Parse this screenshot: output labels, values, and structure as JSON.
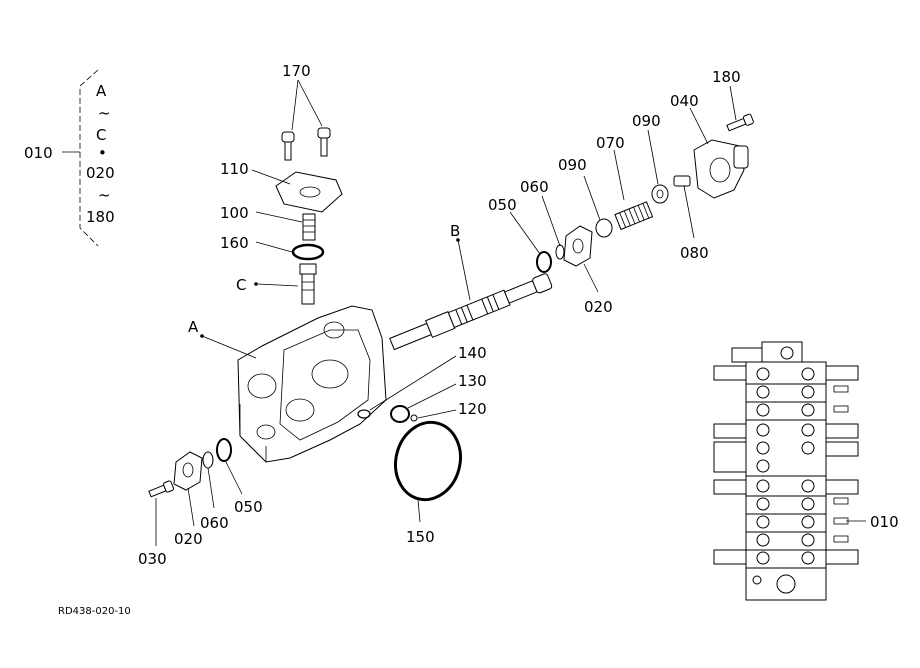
{
  "bracket": {
    "code": "010",
    "lines": [
      "A",
      "~",
      "C",
      "•",
      "020",
      "~",
      "180"
    ]
  },
  "labels": {
    "p170": "170",
    "p110": "110",
    "p100": "100",
    "p160": "160",
    "pC": "C",
    "pA": "A",
    "pB": "B",
    "p050_top": "050",
    "p060_top": "060",
    "p090_left": "090",
    "p070": "070",
    "p090_right": "090",
    "p040": "040",
    "p180": "180",
    "p080": "080",
    "p020_top": "020",
    "p140": "140",
    "p130": "130",
    "p120": "120",
    "p150": "150",
    "p050_bottom": "050",
    "p060_bottom": "060",
    "p020_bottom": "020",
    "p030": "030",
    "p010_side": "010"
  },
  "reference_code": "RD438-020-10"
}
